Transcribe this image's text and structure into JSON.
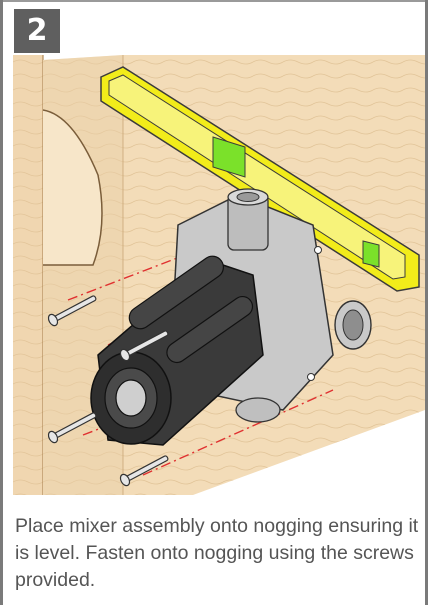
{
  "step": {
    "number": "2"
  },
  "illustration": {
    "subject": "mixer-assembly-installation",
    "colors": {
      "wood": "#f0d6b0",
      "wood_grain": "#c8a575",
      "level_body": "#f2ec1a",
      "level_bubble": "#7be12a",
      "mixer_body": "#c9c9c9",
      "sleeve": "#3a3a3a",
      "guide_line": "#e03030"
    }
  },
  "caption": {
    "text": "Place mixer assembly onto nogging ensuring it is level. Fasten onto nogging using the screws provided."
  }
}
